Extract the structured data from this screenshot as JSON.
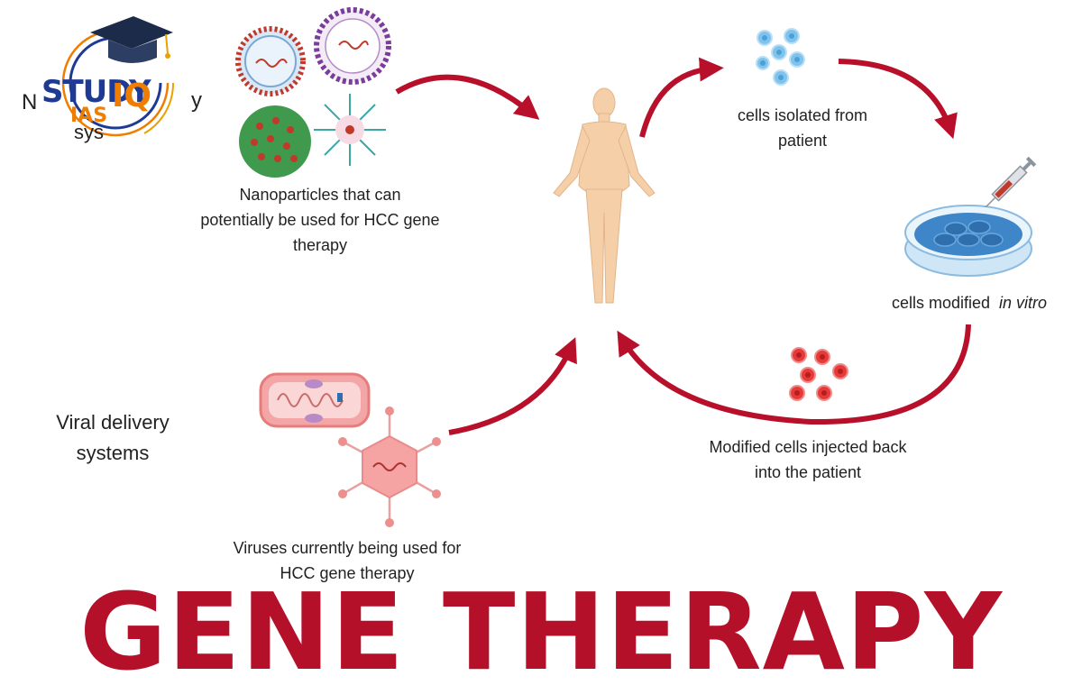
{
  "logo": {
    "study": "STUDY",
    "ias": "IAS",
    "iq": "IQ"
  },
  "partial_label": {
    "line1_start": "N",
    "line1_end": "y",
    "line2": "sys"
  },
  "labels": {
    "nanoparticles": [
      "Nanoparticles that can",
      "potentially be used for HCC gene",
      "therapy"
    ],
    "cells_isolated": [
      "cells isolated from",
      "patient"
    ],
    "cells_modified": "cells modified",
    "cells_modified_italic": "in vitro",
    "viral_delivery": [
      "Viral delivery",
      "systems"
    ],
    "modified_injected": [
      "Modified cells injected back",
      "into the patient"
    ],
    "viruses": [
      "Viruses currently being used for",
      "HCC gene therapy"
    ]
  },
  "title": "GENE THERAPY",
  "colors": {
    "arrow": "#b8102a",
    "title": "#b5102a",
    "skin": "#f5cfa8",
    "blue_cells": "#7fc3ec",
    "red_cells": "#e53a3a"
  },
  "icons": [
    "graduation-cap-icon",
    "nanoparticle-liposome-icon",
    "nanoparticle-micelle-icon",
    "nanoparticle-sphere-icon",
    "nanoparticle-dendrimer-icon",
    "human-body-icon",
    "blue-cells-icon",
    "petri-dish-icon",
    "syringe-icon",
    "red-cells-icon",
    "bacterium-icon",
    "virus-icon"
  ]
}
